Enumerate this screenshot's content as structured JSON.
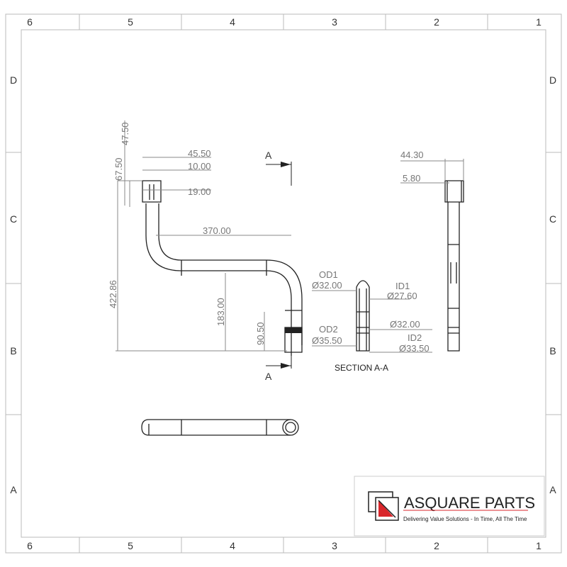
{
  "grid": {
    "columns": [
      "6",
      "5",
      "4",
      "3",
      "2",
      "1"
    ],
    "rows": [
      "D",
      "C",
      "B",
      "A"
    ]
  },
  "front_view": {
    "dims": {
      "d47_50": "47.50",
      "d67_50": "67.50",
      "d45_50": "45.50",
      "d10_00": "10.00",
      "d19_00": "19.00",
      "d370_00": "370.00",
      "d422_86": "422.86",
      "d183_00": "183.00",
      "d90_50": "90.50"
    }
  },
  "section_marker": {
    "label_top": "A",
    "label_bottom": "A"
  },
  "section": {
    "title": "SECTION A-A",
    "od1": "OD1",
    "od1_val": "Ø32.00",
    "id1": "ID1",
    "id1_val": "Ø27.60",
    "od2": "OD2",
    "od2_val": "Ø35.50",
    "od2b_val": "Ø32.00",
    "id2": "ID2",
    "id2_val": "Ø33.50"
  },
  "side_view": {
    "d44_30": "44.30",
    "d5_80": "5.80"
  },
  "logo": {
    "company": "ASQUARE PARTS",
    "tagline": "Delivering Value Solutions - In Time, All The Time",
    "accent": "#d9262b"
  }
}
